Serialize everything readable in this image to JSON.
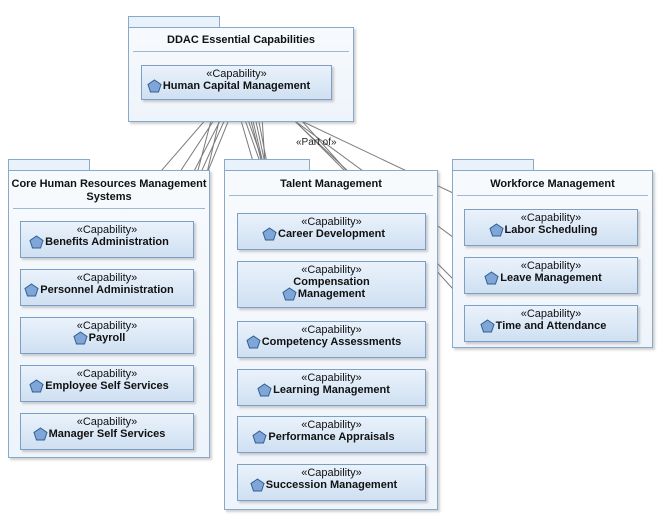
{
  "stereotype": "«Capability»",
  "relationship_label": "«Part of»",
  "packages": {
    "ddac": {
      "title": "DDAC Essential Capabilities",
      "capabilities": [
        "Human Capital Management"
      ]
    },
    "core_hr": {
      "title_line1": "Core Human Resources Management",
      "title_line2": "Systems",
      "capabilities": [
        "Benefits Administration",
        "Personnel Administration",
        "Payroll",
        "Employee Self Services",
        "Manager Self Services"
      ]
    },
    "talent": {
      "title": "Talent Management",
      "capabilities": [
        "Career Development",
        "Compensation",
        "Management",
        "Competency Assessments",
        "Learning Management",
        "Performance Appraisals",
        "Succession Management"
      ]
    },
    "workforce": {
      "title": "Workforce Management",
      "capabilities": [
        "Labor Scheduling",
        "Leave Management",
        "Time and Attendance"
      ]
    }
  },
  "colors": {
    "package_border": "#8aa8c8",
    "capability_fill": "#cfe0f2",
    "connector": "#707070"
  },
  "icon": "capability-pentagon-icon"
}
